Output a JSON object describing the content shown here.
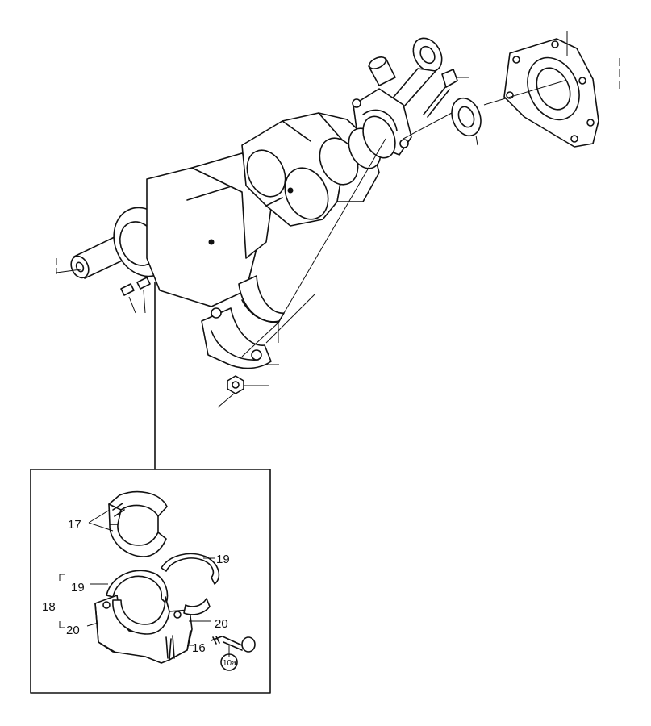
{
  "callouts": {
    "c17": "17",
    "c19_top": "19",
    "c19_left": "19",
    "c18": "18",
    "c20_left": "20",
    "c20_right": "20",
    "c16": "16",
    "c10a": "10a"
  },
  "colors": {
    "ink": "#111111",
    "paper": "#ffffff"
  }
}
